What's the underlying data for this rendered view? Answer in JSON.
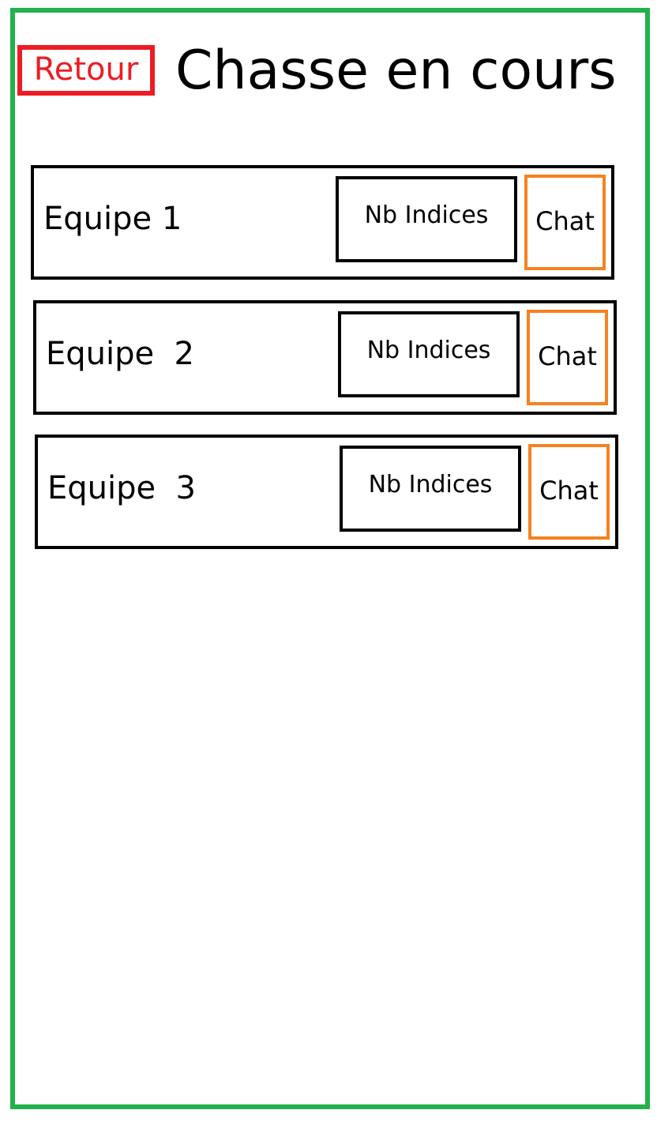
{
  "header": {
    "back_label": "Retour",
    "title": "Chasse en cours"
  },
  "teams": [
    {
      "name": "Equipe 1",
      "hints_label": "Nb Indices",
      "chat_label": "Chat"
    },
    {
      "name": "Equipe  2",
      "hints_label": "Nb Indices",
      "chat_label": "Chat"
    },
    {
      "name": "Equipe  3",
      "hints_label": "Nb Indices",
      "chat_label": "Chat"
    }
  ],
  "colors": {
    "frame": "#22b14c",
    "back": "#ed1c24",
    "chat": "#f58220",
    "card_border": "#000000"
  }
}
